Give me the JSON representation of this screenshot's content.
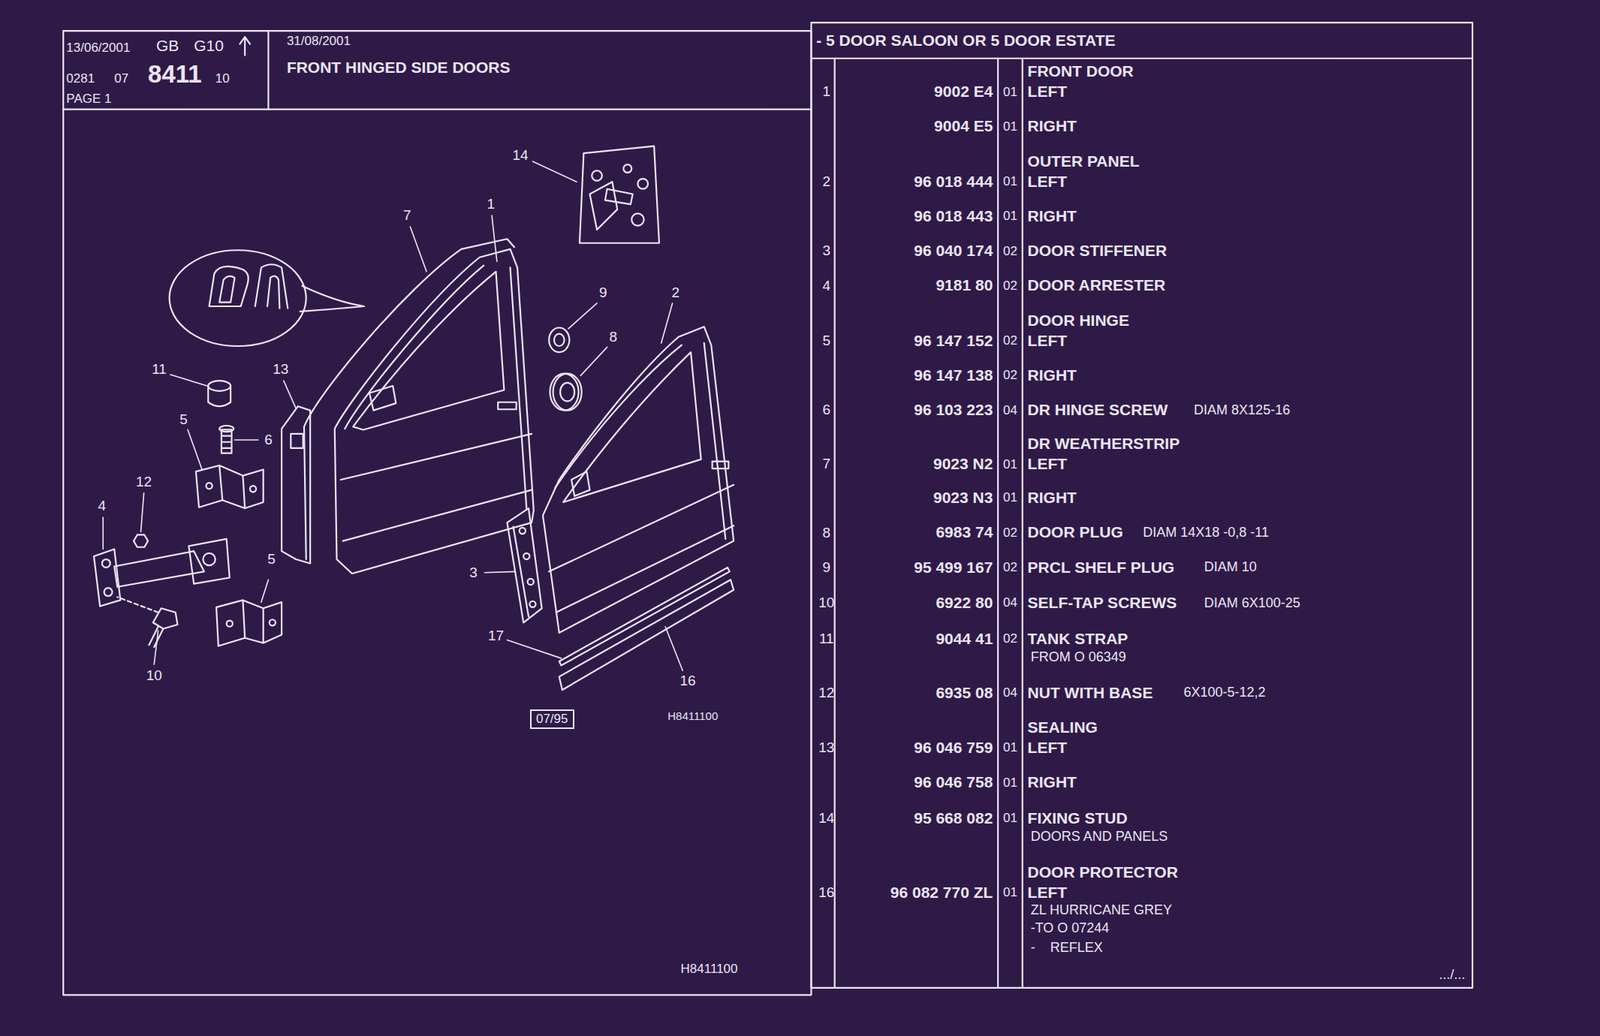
{
  "diagram": {
    "nodes": [
      {
        "text": [
          "13/06/2001",
          "GB",
          "G10",
          "0281",
          "07",
          "8411",
          "10",
          "PAGE 1"
        ]
      },
      {
        "text": [
          "31/08/2001",
          "FRONT HINGED SIDE DOORS"
        ]
      },
      {
        "text": [
          "H8411100"
        ]
      },
      {
        "text": [
          "07/95"
        ],
        "in": 2
      },
      {
        "text": [
          "- 5 DOOR SALOON OR 5 DOOR ESTATE"
        ]
      }
    ],
    "labels": [
      "14",
      "7",
      "1",
      "9",
      "2",
      "8",
      "11",
      "13",
      "5",
      "6",
      "12",
      "4",
      "5",
      "10",
      "3",
      "17",
      "16",
      "H8411100",
      "FRONT DOOR",
      "1",
      "9002 E4",
      "01",
      "LEFT",
      "9004 E5",
      "01",
      "RIGHT",
      "OUTER PANEL",
      "2",
      "96 018 444",
      "01",
      "LEFT",
      "96 018 443",
      "01",
      "RIGHT",
      "3",
      "96 040 174",
      "02",
      "DOOR STIFFENER",
      "4",
      "9181 80",
      "02",
      "DOOR ARRESTER",
      "DOOR HINGE",
      "5",
      "96 147 152",
      "02",
      "LEFT",
      "96 147 138",
      "02",
      "RIGHT",
      "6",
      "96 103 223",
      "04",
      "DR HINGE SCREW",
      "DIAM 8X125-16",
      "DR WEATHERSTRIP",
      "7",
      "9023 N2",
      "01",
      "LEFT",
      "9023 N3",
      "01",
      "RIGHT",
      "8",
      "6983 74",
      "02",
      "DOOR PLUG",
      "DIAM 14X18 -0,8 -11",
      "9",
      "95 499 167",
      "02",
      "PRCL SHELF PLUG",
      "DIAM 10",
      "10",
      "6922 80",
      "04",
      "SELF-TAP SCREWS",
      "DIAM 6X100-25",
      "11",
      "9044 41",
      "02",
      "TANK STRAP",
      "FROM O 06349",
      "12",
      "6935 08",
      "04",
      "NUT WITH BASE",
      "6X100-5-12,2",
      "SEALING",
      "13",
      "96 046 759",
      "01",
      "LEFT",
      "96 046 758",
      "01",
      "RIGHT",
      "14",
      "95 668 082",
      "01",
      "FIXING STUD",
      "DOORS AND PANELS",
      "DOOR PROTECTOR",
      "16",
      "96 082 770 ZL",
      "01",
      "LEFT",
      "ZL HURRICANE GREY",
      "-TO O 07244",
      "-    REFLEX",
      ".../..."
    ]
  }
}
